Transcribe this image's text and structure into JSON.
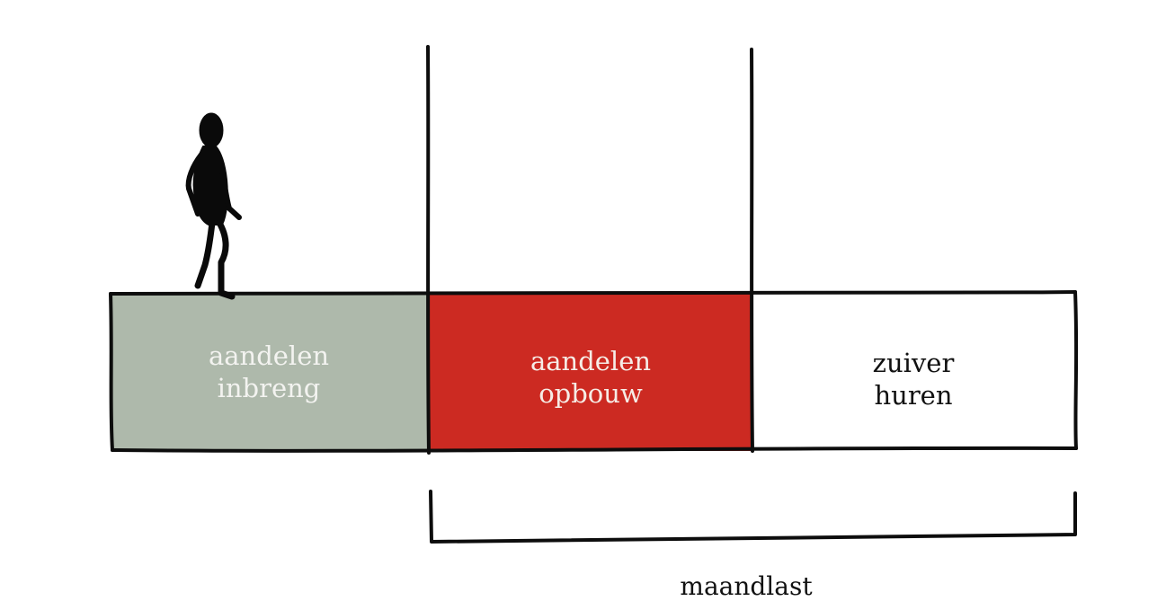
{
  "segments": [
    {
      "line1": "aandelen",
      "line2": "inbreng",
      "fill": "#aeb9ab",
      "text_color": "#f3f3f0"
    },
    {
      "line1": "aandelen",
      "line2": "opbouw",
      "fill": "#cc2a22",
      "text_color": "#f6ece6"
    },
    {
      "line1": "zuiver",
      "line2": "huren",
      "fill": "#ffffff",
      "text_color": "#111111"
    }
  ],
  "bracket_label": "maandlast",
  "colors": {
    "outline": "#0d0d0d",
    "figure": "#0a0a0a",
    "background": "#ffffff"
  },
  "icons": [
    "walking-person-icon"
  ]
}
